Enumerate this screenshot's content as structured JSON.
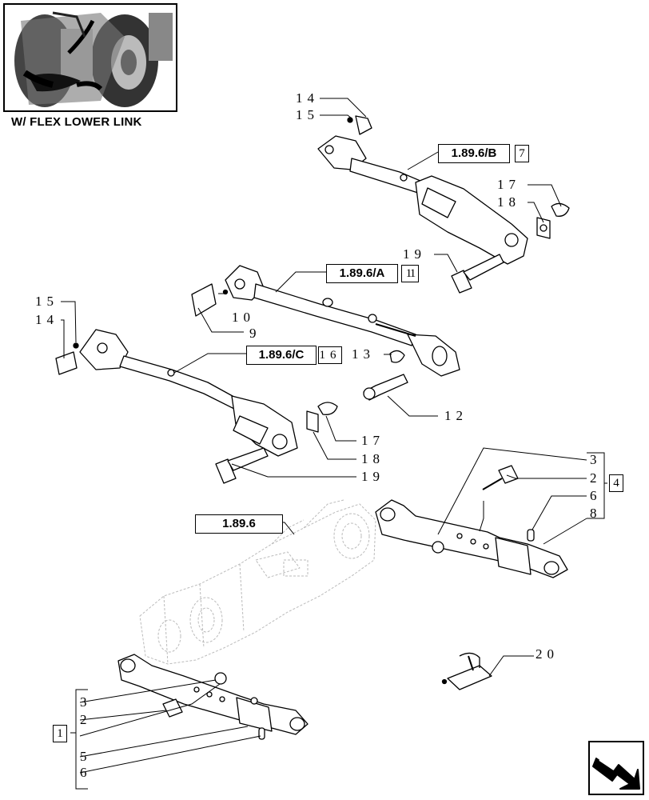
{
  "caption": "W/ FLEX LOWER LINK",
  "refs": {
    "r_b": "1.89.6/B",
    "r_b_box": "7",
    "r_a": "1.89.6/A",
    "r_a_box": "11",
    "r_c": "1.89.6/C",
    "r_c_box": "16",
    "r_main": "1.89.6",
    "box_4": "4",
    "box_1": "1"
  },
  "labels": {
    "l14a": "14",
    "l15a": "15",
    "l17a": "17",
    "l18a": "18",
    "l19a": "19",
    "l10": "10",
    "l9": "9",
    "l15b": "15",
    "l14b": "14",
    "l13": "13",
    "l12": "12",
    "l17b": "17",
    "l18b": "18",
    "l19b": "19",
    "l3a": "3",
    "l2a": "2",
    "l6a": "6",
    "l8": "8",
    "l20": "20",
    "l3b": "3",
    "l2b": "2",
    "l5": "5",
    "l6b": "6"
  }
}
